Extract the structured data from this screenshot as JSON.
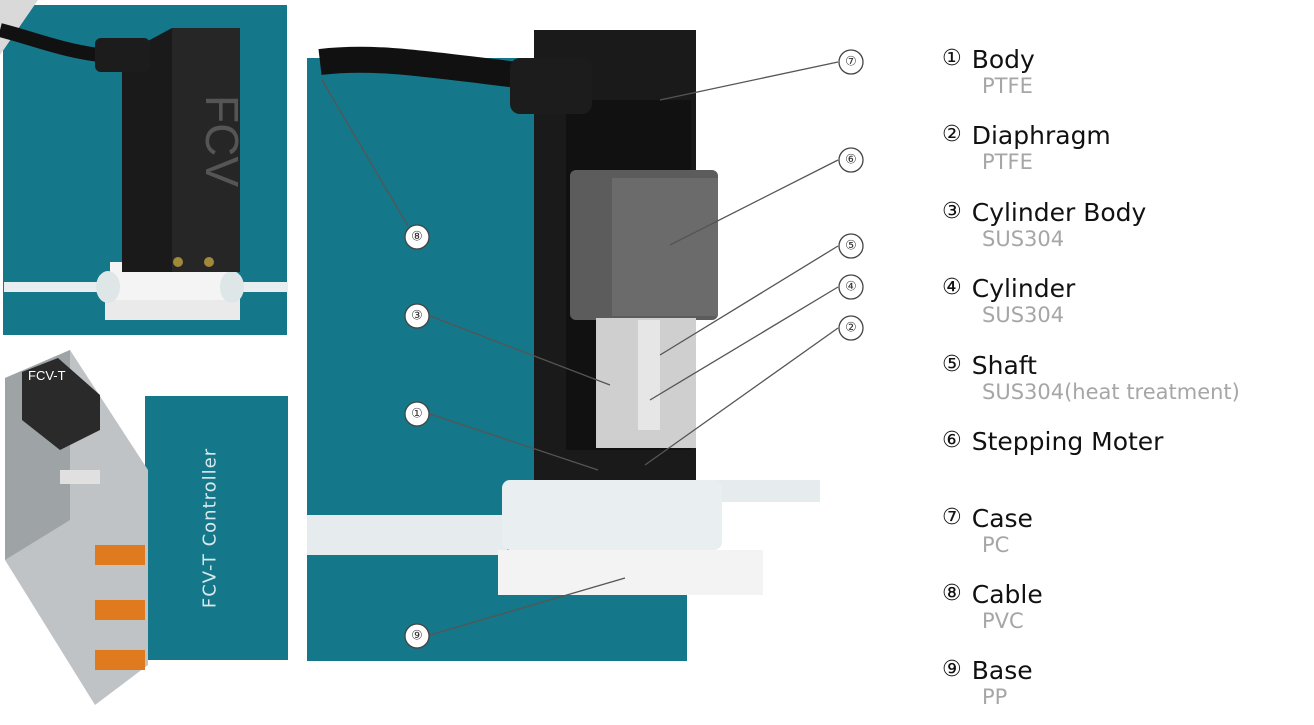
{
  "controller_label": "FCV-T Controller",
  "product_text": {
    "body_logo": "FCV",
    "controller_title": "FCV-T"
  },
  "parts": [
    {
      "num": "①",
      "name": "Body",
      "material": "PTFE"
    },
    {
      "num": "②",
      "name": "Diaphragm",
      "material": "PTFE"
    },
    {
      "num": "③",
      "name": "Cylinder Body",
      "material": "SUS304"
    },
    {
      "num": "④",
      "name": "Cylinder",
      "material": "SUS304"
    },
    {
      "num": "⑤",
      "name": "Shaft",
      "material": "SUS304(heat treatment)"
    },
    {
      "num": "⑥",
      "name": "Stepping Moter",
      "material": ""
    },
    {
      "num": "⑦",
      "name": "Case",
      "material": "PC"
    },
    {
      "num": "⑧",
      "name": "Cable",
      "material": "PVC"
    },
    {
      "num": "⑨",
      "name": "Base",
      "material": "PP"
    }
  ],
  "callouts": [
    "⑦",
    "⑥",
    "⑤",
    "④",
    "②",
    "⑧",
    "③",
    "①",
    "⑨"
  ],
  "colors": {
    "teal": "#14788a",
    "material_gray": "#a6a6a6"
  }
}
